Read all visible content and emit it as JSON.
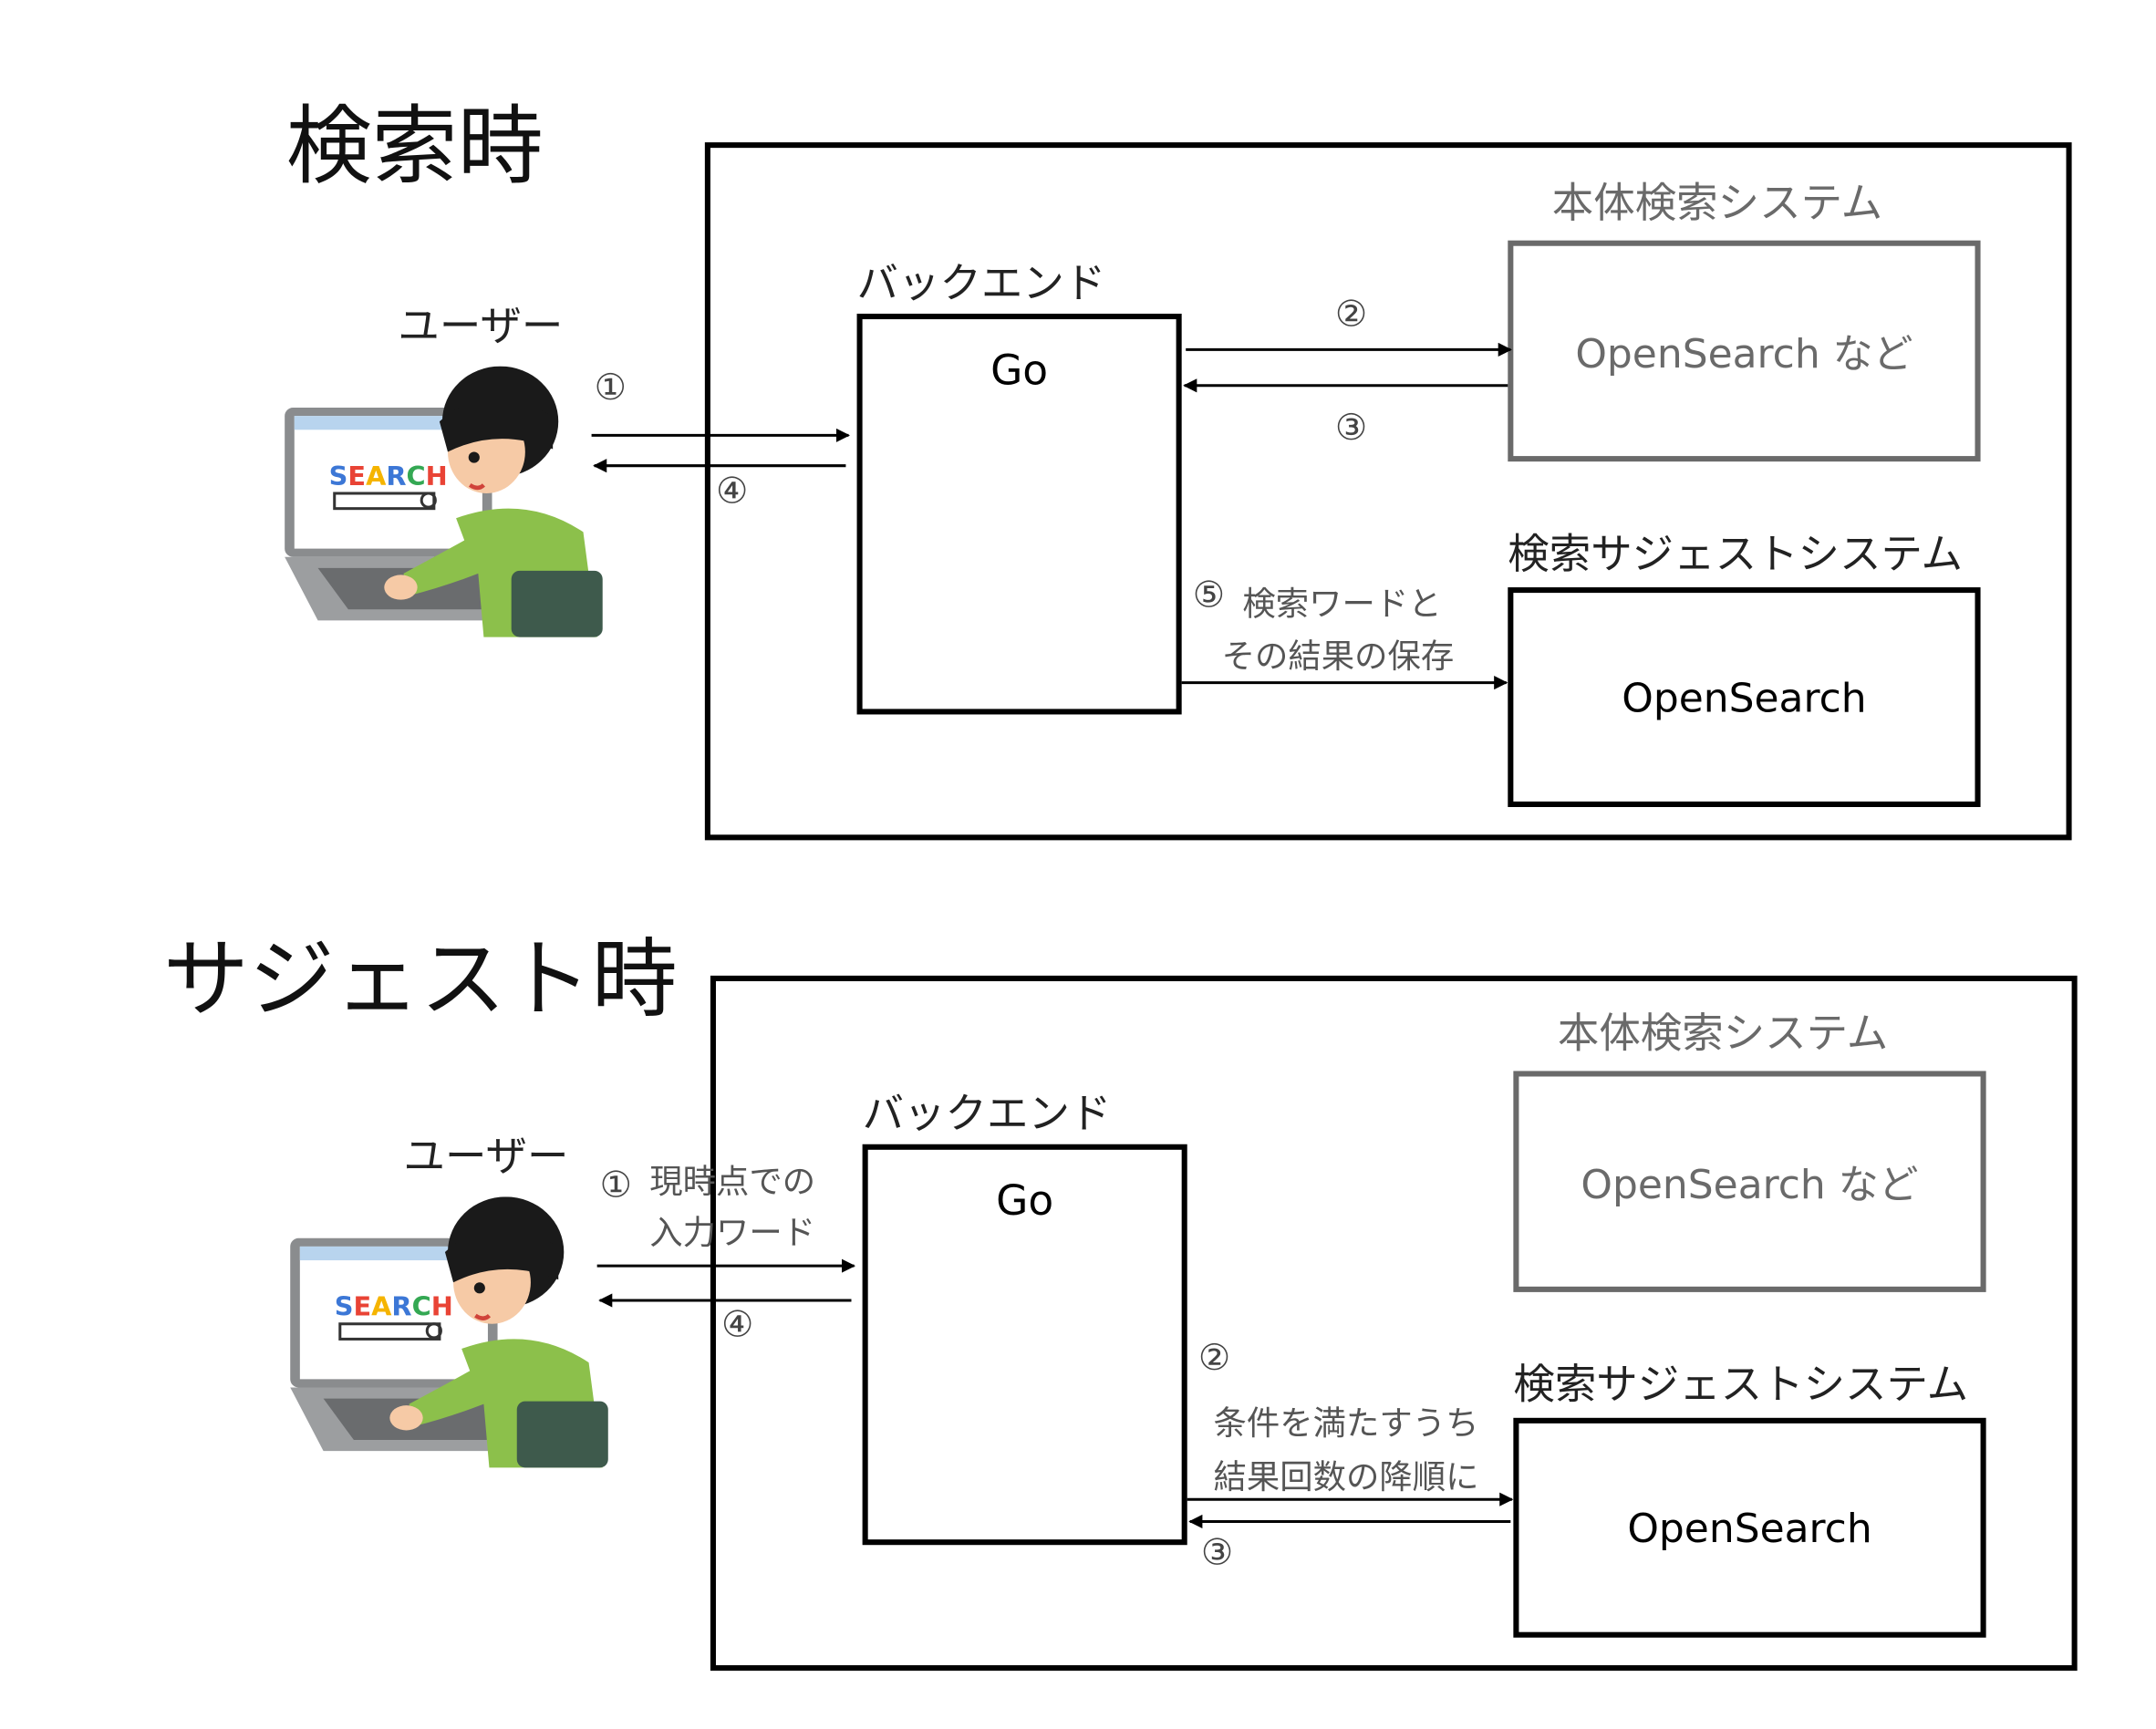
{
  "search": {
    "title": "検索時",
    "user_label": "ユーザー",
    "backend_label": "バックエンド",
    "go_label": "Go",
    "main_system_label": "本体検索システム",
    "main_system_box": "OpenSearch など",
    "suggest_system_label": "検索サジェストシステム",
    "suggest_system_box": "OpenSearch",
    "step1": "①",
    "step2": "②",
    "step3": "③",
    "step4": "④",
    "step5": "⑤",
    "step5_line1": "検索ワードと",
    "step5_line2": "その結果の保存"
  },
  "suggest": {
    "title": "サジェスト時",
    "user_label": "ユーザー",
    "backend_label": "バックエンド",
    "go_label": "Go",
    "main_system_label": "本体検索システム",
    "main_system_box": "OpenSearch など",
    "suggest_system_label": "検索サジェストシステム",
    "suggest_system_box": "OpenSearch",
    "step1": "①",
    "step1_line1": "現時点での",
    "step1_line2": "入力ワード",
    "step2": "②",
    "step2_line1": "条件を満たすうち",
    "step2_line2": "結果回数の降順に",
    "step3": "③",
    "step4": "④"
  },
  "illustration": {
    "screen_text": "SEARCH",
    "colors": {
      "shirt": "#8cc04b",
      "chair": "#3e5a4c",
      "laptop": "#8a8c8e",
      "hair": "#1a1a1a",
      "skin": "#f6caa6"
    }
  }
}
